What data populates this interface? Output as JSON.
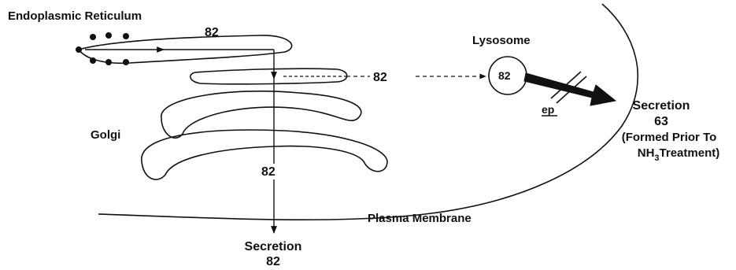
{
  "labels": {
    "er": "Endoplasmic Reticulum",
    "golgi": "Golgi",
    "lysosome": "Lysosome",
    "plasma_membrane": "Plasma Membrane",
    "ep": "ep"
  },
  "values": {
    "er_value": "82",
    "golgi_value": "82",
    "vertical_value": "82",
    "lysosome_value": "82",
    "lower_secretion_value": "82",
    "right_secretion_value": "63"
  },
  "secretion_right": {
    "title": "Secretion",
    "note_line1": "(Formed Prior To",
    "note_nh": "NH",
    "note_sub": "3",
    "note_rest": "Treatment)"
  },
  "secretion_bottom": {
    "title": "Secretion"
  },
  "colors": {
    "ink": "#111111",
    "background": "#ffffff"
  }
}
